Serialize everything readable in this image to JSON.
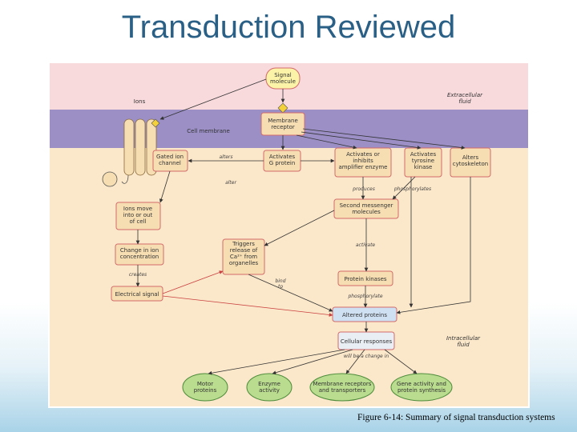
{
  "slide": {
    "title": "Transduction Reviewed",
    "caption": "Figure 6-14: Summary of signal transduction systems"
  },
  "colors": {
    "title": "#2a5f86",
    "extracellular": "#f8d9dc",
    "membrane": "#9b8fc6",
    "intracellular": "#fbe7c9",
    "box_fill": "#f6deb2",
    "box_border": "#d36b6b",
    "signal_fill": "#fbf3a8",
    "altered_proteins_fill": "#cfe0f2",
    "target_fill": "#b9dc8e"
  },
  "regions": {
    "extracellular": "Extracellular\nfluid",
    "intracellular": "Intracellular\nfluid",
    "membrane": "Cell membrane",
    "ions": "Ions"
  },
  "nodes": {
    "signal": "Signal\nmolecule",
    "receptor": "Membrane\nreceptor",
    "gated_ion": "Gated ion\nchannel",
    "g_protein": "Activates\nG protein",
    "amplifier": "Activates or\ninhibits\namplifier enzyme",
    "tyrosine": "Activates\ntyrosine\nkinase",
    "cytoskeleton": "Alters\ncytoskeleton",
    "ions_move": "Ions move\ninto or out\nof cell",
    "second_messenger": "Second messenger\nmolecules",
    "change_ion": "Change in ion\nconcentration",
    "triggers": "Triggers\nrelease of\nCa²⁺ from\norganelles",
    "protein_kinases": "Protein kinases",
    "electrical": "Electrical signal",
    "altered": "Altered proteins",
    "cellular": "Cellular responses"
  },
  "targets": [
    "Motor\nproteins",
    "Enzyme\nactivity",
    "Membrane receptors\nand transporters",
    "Gene activity and\nprotein synthesis"
  ],
  "edge_labels": {
    "alters": "alters",
    "alter": "alter",
    "produces": "produces",
    "phosphorylates": "phosphorylates",
    "activate": "activate",
    "creates": "creates",
    "bind_to": "bind\nto",
    "phosphorylate": "phosphorylate",
    "will_be_change": "will be a change in"
  }
}
